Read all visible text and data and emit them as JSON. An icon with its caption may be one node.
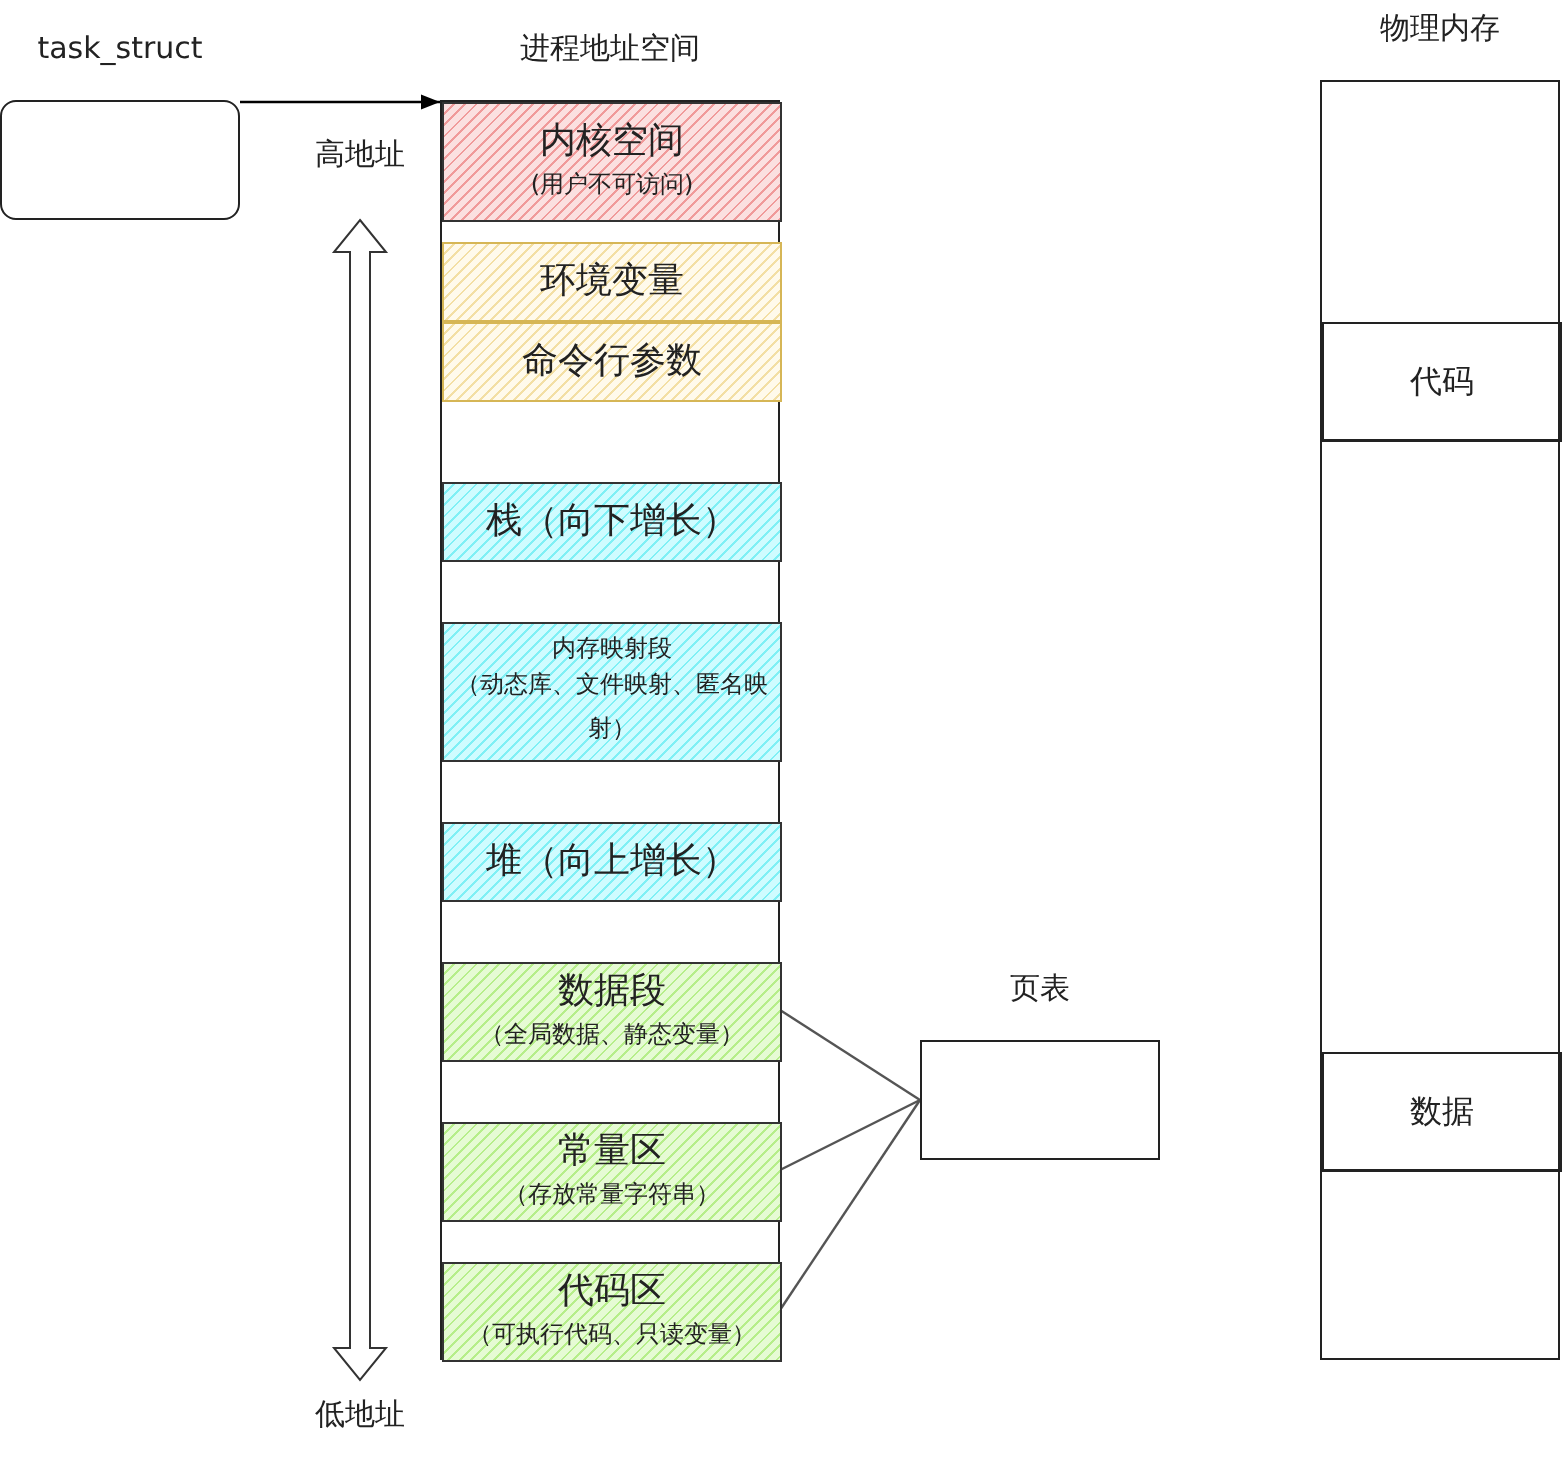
{
  "diagram": {
    "nodes": [
      {
        "text": [
          "task_struct"
        ]
      },
      {
        "text": [
          "进程地址空间"
        ]
      },
      {
        "text": [
          "内核空间",
          "(用户不可访问)"
        ],
        "in": 1
      },
      {
        "text": [
          "环境变量"
        ],
        "in": 1
      },
      {
        "text": [
          "命令行参数"
        ],
        "in": 1
      },
      {
        "text": [
          "栈（向下增长）"
        ],
        "in": 1
      },
      {
        "text": [
          "内存映射段",
          "（动态库、文件映射、匿名映射）"
        ],
        "in": 1
      },
      {
        "text": [
          "堆（向上增长）"
        ],
        "in": 1
      },
      {
        "text": [
          "数据段",
          "（全局数据、静态变量）"
        ],
        "in": 1
      },
      {
        "text": [
          "常量区",
          "（存放常量字符串）"
        ],
        "in": 1
      },
      {
        "text": [
          "代码区",
          "（可执行代码、只读变量）"
        ],
        "in": 1
      },
      {
        "text": [
          "页表"
        ]
      },
      {
        "text": [
          "物理内存"
        ]
      },
      {
        "text": [
          "代码"
        ],
        "in": 12
      },
      {
        "text": [
          "数据"
        ],
        "in": 12
      }
    ],
    "edges": [
      {
        "from": 0,
        "to": 1,
        "arrow": "to"
      },
      {
        "from": 8,
        "to": 11,
        "arrow": "none"
      },
      {
        "from": 9,
        "to": 11,
        "arrow": "none"
      },
      {
        "from": 10,
        "to": 11,
        "arrow": "none"
      }
    ],
    "labels": [
      "高地址",
      "低地址"
    ]
  }
}
